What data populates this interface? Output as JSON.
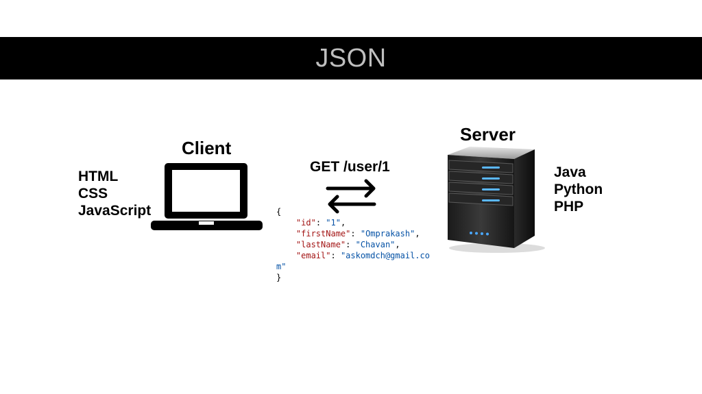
{
  "slide": {
    "title": "JSON"
  },
  "client": {
    "label": "Client",
    "technologies": [
      "HTML",
      "CSS",
      "JavaScript"
    ]
  },
  "server": {
    "label": "Server",
    "technologies": [
      "Java",
      "Python",
      "PHP"
    ]
  },
  "request": {
    "label": "GET /user/1"
  },
  "response": {
    "open_brace": "{",
    "close_brace": "}",
    "fields": [
      {
        "key": "\"id\"",
        "value": "\"1\"",
        "sep": ","
      },
      {
        "key": "\"firstName\"",
        "value": "\"Omprakash\"",
        "sep": ","
      },
      {
        "key": "\"lastName\"",
        "value": "\"Chavan\"",
        "sep": ","
      },
      {
        "key": "\"email\"",
        "value": "\"askomdch@gmail.co",
        "sep": ""
      }
    ],
    "wrapped_tail": "m\""
  },
  "icons": {
    "client": "laptop-icon",
    "exchange": "exchange-arrows-icon",
    "server": "server-rack-icon"
  },
  "colors": {
    "title_bar": "#000000",
    "title_text": "#bfbfbf",
    "json_key": "#a31515",
    "json_value": "#0451a5"
  }
}
